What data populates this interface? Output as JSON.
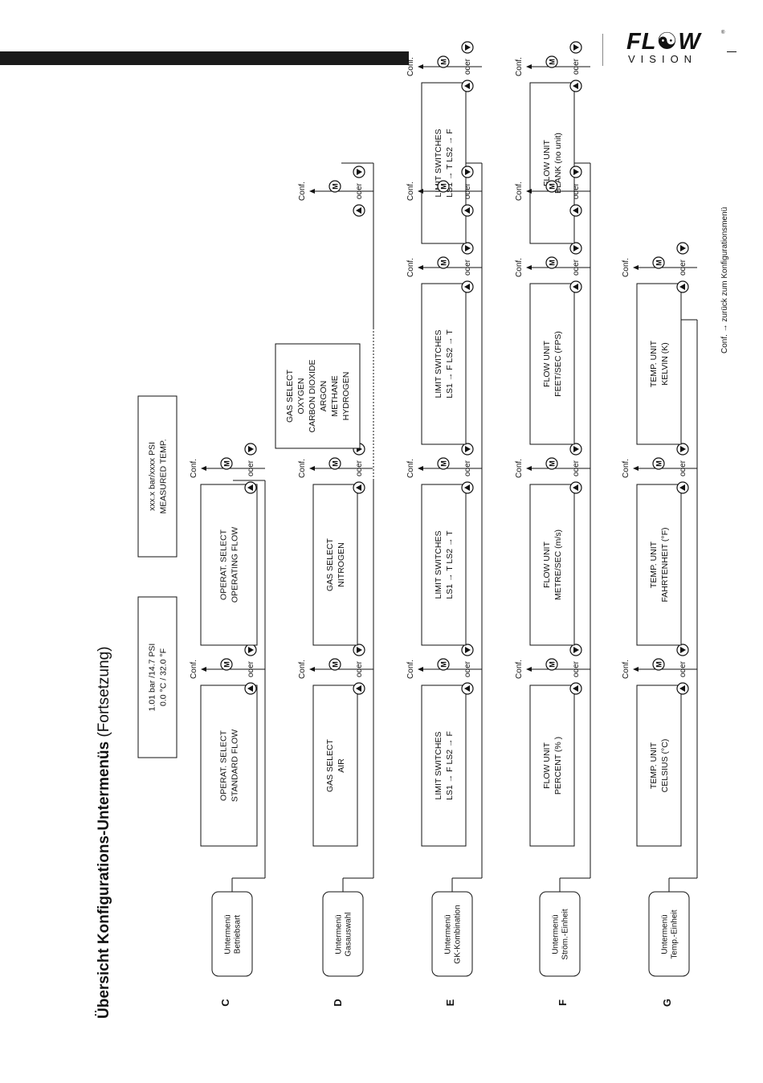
{
  "brand": {
    "logo_word": "FL☯W",
    "logo_sub": "VISION",
    "registered": "®"
  },
  "title_bold": "Übersicht Konfigurations-Untermenüs",
  "title_normal": " (Fortsetzung)",
  "footnote": "Conf. → zurück zum Konfigurationsmenü",
  "labels": {
    "conf": "Conf.",
    "m": "M",
    "oder": "oder"
  },
  "rows": [
    {
      "letter": "C",
      "menu": [
        "Untermenü",
        "Betriebsart"
      ],
      "options": [
        {
          "lines": [
            "OPERAT. SELECT",
            "STANDARD FLOW"
          ],
          "subdisplay": [
            "1.01 bar /14.7 PSI",
            "0.0 °C / 32.0 °F"
          ]
        },
        {
          "lines": [
            "OPERAT. SELECT",
            "OPERATING FLOW"
          ],
          "subdisplay": [
            "xxx.x bar/xxxx PSI",
            "MEASURED TEMP."
          ]
        }
      ]
    },
    {
      "letter": "D",
      "menu": [
        "Untermenü",
        "Gasauswahl"
      ],
      "options": [
        {
          "lines": [
            "GAS SELECT",
            "AIR"
          ]
        },
        {
          "lines": [
            "GAS SELECT",
            "NITROGEN"
          ]
        },
        {
          "lines": [
            "GAS SELECT",
            "OXYGEN",
            "CARBON DIOXIDE",
            "ARGON",
            "METHANE",
            "HYDROGEN"
          ]
        }
      ]
    },
    {
      "letter": "E",
      "menu": [
        "Untermenü",
        "GK-Kombination"
      ],
      "options": [
        {
          "lines": [
            "LIMIT SWITCHES",
            "LS1 → F  LS2 → F"
          ]
        },
        {
          "lines": [
            "LIMIT SWITCHES",
            "LS1 → T  LS2 → T"
          ]
        },
        {
          "lines": [
            "LIMIT SWITCHES",
            "LS1 → F  LS2 → T"
          ]
        },
        {
          "lines": [
            "LIMIT SWITCHES",
            "LS1 → T  LS2 → F"
          ]
        }
      ]
    },
    {
      "letter": "F",
      "menu": [
        "Untermenü",
        "Ström.-Einheit"
      ],
      "options": [
        {
          "lines": [
            "FLOW UNIT",
            "PERCENT (% )"
          ]
        },
        {
          "lines": [
            "FLOW UNIT",
            "METRE/SEC (m/s)"
          ]
        },
        {
          "lines": [
            "FLOW UNIT",
            "FEET/SEC (FPS)"
          ]
        },
        {
          "lines": [
            "FLOW UNIT",
            "BLANK (no unit)"
          ]
        }
      ]
    },
    {
      "letter": "G",
      "menu": [
        "Untermenü",
        "Temp.-Einheit"
      ],
      "options": [
        {
          "lines": [
            "TEMP. UNIT",
            "CELSIUS (°C)"
          ]
        },
        {
          "lines": [
            "TEMP. UNIT",
            "FAHRTENHEIT (°F)"
          ]
        },
        {
          "lines": [
            "TEMP. UNIT",
            "KELVIN (K)"
          ]
        }
      ]
    }
  ]
}
